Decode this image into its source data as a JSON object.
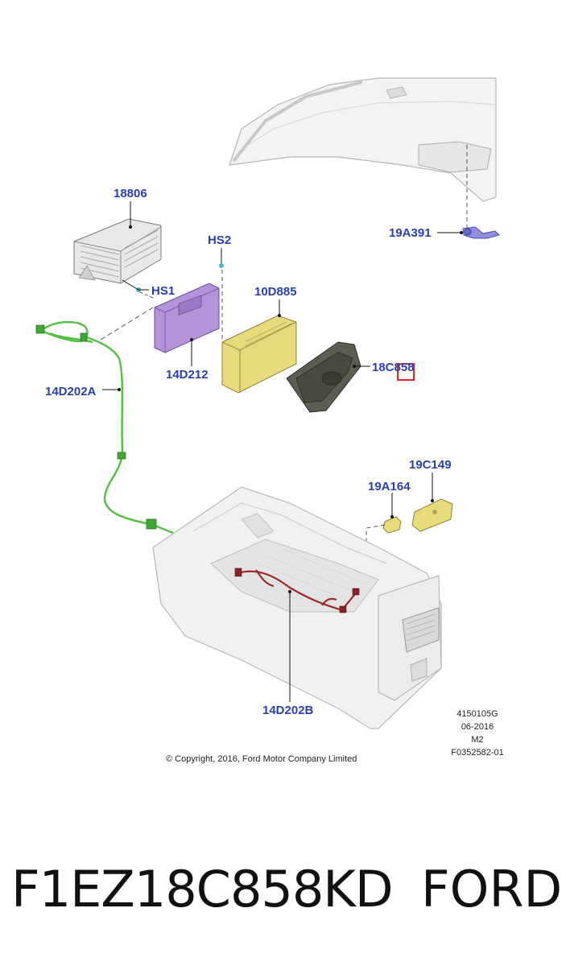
{
  "callouts": {
    "c18806": "18806",
    "hs2": "HS2",
    "hs1": "HS1",
    "c10d885": "10D885",
    "c14d212": "14D212",
    "c18c858": "18C858",
    "c14d202a": "14D202A",
    "c19a391": "19A391",
    "c19c149": "19C149",
    "c19a164": "19A164",
    "c14d202b": "14D202B"
  },
  "meta": {
    "line1": "4150105G",
    "line2": "06-2016",
    "line3": "M2",
    "line4": "F0352582-01"
  },
  "copyright": "© Copyright, 2016, Ford Motor Company Limited",
  "footer": {
    "part_number": "F1EZ18C858KD",
    "brand": "FORD"
  },
  "colors": {
    "callout_text": "#2a3fb0",
    "highlight_box": "#e0282a",
    "module_purple": "#b18fd6",
    "module_yellow": "#e8dc7a",
    "harness_green": "#58c04a",
    "harness_red": "#9a2a2a"
  }
}
